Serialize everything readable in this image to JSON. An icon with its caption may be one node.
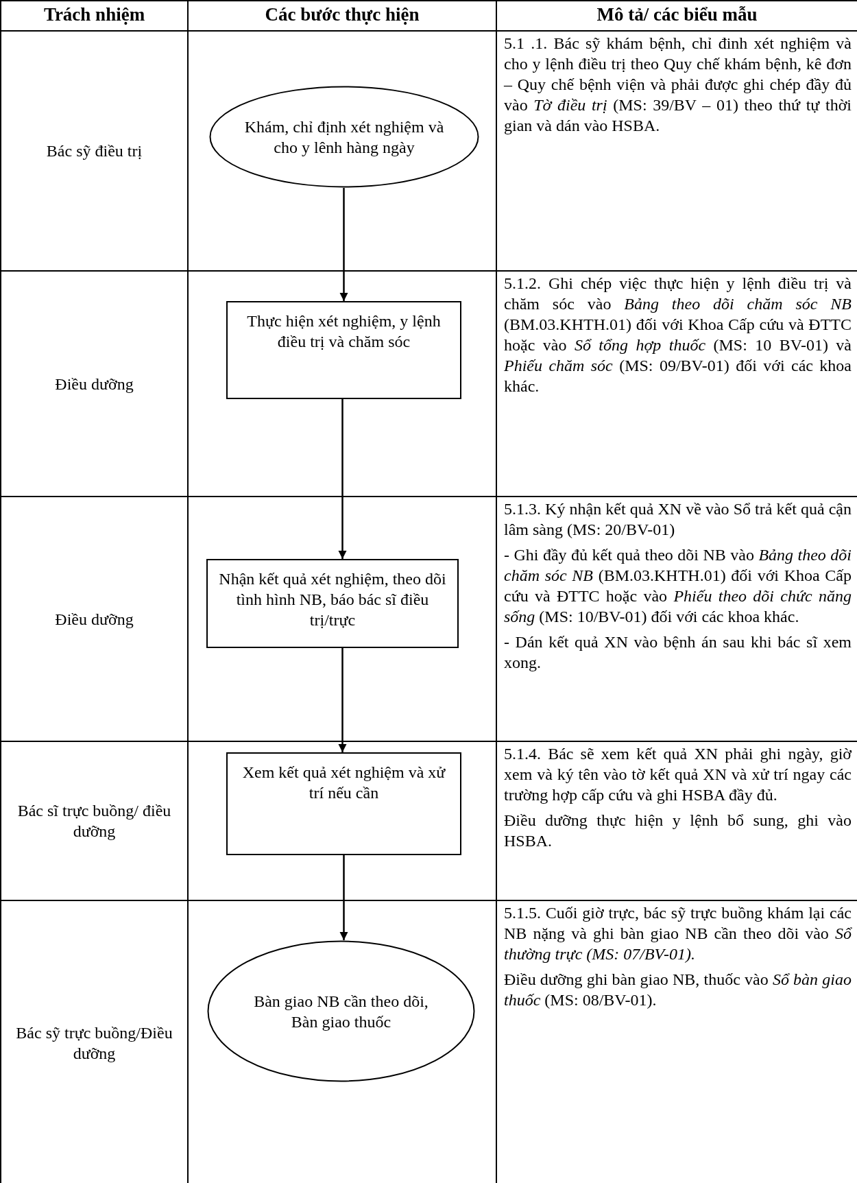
{
  "diagram": {
    "nodes": [
      {
        "text": [
          "Khám, chỉ định xét nghiệm và cho y lênh hàng ngày"
        ]
      },
      {
        "text": [
          "Thực hiện xét nghiệm, y lệnh điều trị và chăm sóc"
        ]
      },
      {
        "text": [
          "Nhận kết quả xét nghiệm, theo dõi tình hình NB, báo bác sĩ điều trị/trực"
        ]
      },
      {
        "text": [
          "Xem kết quả xét nghiệm và xử trí nếu cần"
        ]
      },
      {
        "text": [
          "Bàn giao NB cần theo dõi, Bàn giao thuốc"
        ]
      }
    ],
    "edges": [
      {
        "from": 0,
        "to": 1,
        "arrow": "to"
      },
      {
        "from": 1,
        "to": 2,
        "arrow": "to"
      },
      {
        "from": 2,
        "to": 3,
        "arrow": "to"
      },
      {
        "from": 3,
        "to": 4,
        "arrow": "to"
      }
    ],
    "labels": [
      "Trách nhiệm",
      "Các bước thực hiện",
      "Mô tả/ các biểu mẫu",
      "Bác sỹ điều trị",
      "5.1 .1. Bác sỹ khám bệnh, chỉ đinh xét nghiệm và cho y lệnh điều trị theo Quy chế khám bệnh, kê đơn – Quy chế bệnh viện và phải được ghi chép đầy đủ vào *Tờ điều trị* (MS: 39/BV – 01) theo thứ tự thời gian và dán vào HSBA.",
      "Điều dưỡng",
      "5.1.2. Ghi chép việc thực hiện y lệnh điều trị và chăm sóc vào *Bảng theo dõi chăm sóc NB* (BM.03.KHTH.01) đối với Khoa Cấp cứu và ĐTTC hoặc vào *Sổ tổng hợp thuốc* (MS: 10 BV-01) và *Phiếu chăm sóc* (MS: 09/BV-01) đối với các khoa khác.",
      "Điều dưỡng",
      "5.1.3. Ký nhận kết quả XN về vào Sổ trả kết quả cận lâm sàng (MS: 20/BV-01)",
      "- Ghi đầy đủ kết quả theo dõi NB vào *Bảng theo dõi chăm sóc NB* (BM.03.KHTH.01) đối với Khoa Cấp cứu và ĐTTC hoặc vào *Phiếu theo dõi chức năng sống* (MS: 10/BV-01) đối với các khoa khác.",
      "- Dán kết quả XN vào bệnh án sau khi bác sĩ xem xong.",
      "Bác sĩ trực buồng/ điều dưỡng",
      "5.1.4. Bác sẽ xem kết quả XN phải ghi ngày, giờ xem và ký tên vào tờ kết quả XN và xử trí ngay các trường hợp cấp cứu và ghi HSBA đầy đủ.",
      "Điều dưỡng thực hiện y lệnh bổ sung, ghi vào HSBA.",
      "Bác sỹ trực buồng/Điều dưỡng",
      "5.1.5. Cuối giờ trực, bác sỹ trực buồng khám lại các NB nặng và ghi bàn giao NB cần theo dõi vào *Sổ thường trực (MS: 07/BV-01).*",
      "Điều dưỡng ghi bàn giao NB, thuốc vào *Sổ bàn giao thuốc* (MS: 08/BV-01)."
    ]
  }
}
